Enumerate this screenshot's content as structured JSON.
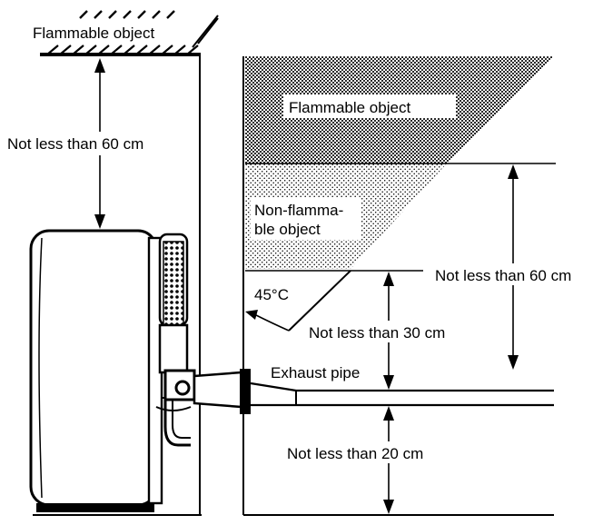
{
  "labels": {
    "ceiling": "Flammable object",
    "clearance_top": "Not less than 60 cm",
    "flammable_region": "Flammable object",
    "non_flammable_line1": "Non-flamma-",
    "non_flammable_line2": "ble object",
    "angle": "45°C",
    "clearance_right": "Not less than 60 cm",
    "clearance_middle": "Not less than 30 cm",
    "exhaust": "Exhaust pipe",
    "clearance_bottom": "Not less than 20 cm"
  }
}
